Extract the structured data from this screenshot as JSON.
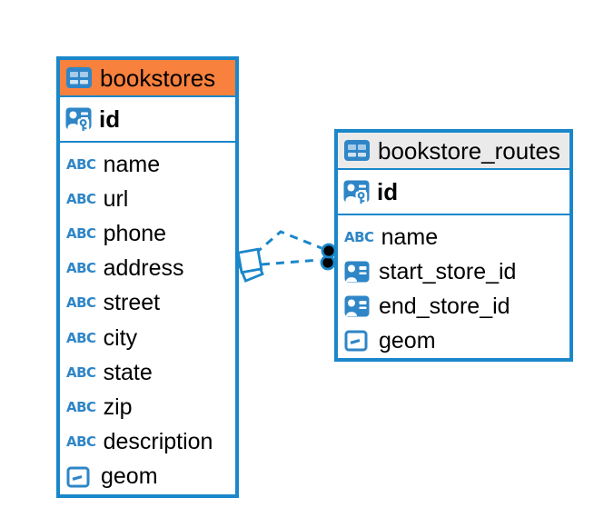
{
  "tables": [
    {
      "title": "bookstores",
      "title_icon": "table-icon",
      "header_color": "#F8813E",
      "primary_key": {
        "name": "id",
        "icon": "primary-key-icon"
      },
      "columns": [
        {
          "name": "name",
          "icon": "text-icon"
        },
        {
          "name": "url",
          "icon": "text-icon"
        },
        {
          "name": "phone",
          "icon": "text-icon"
        },
        {
          "name": "address",
          "icon": "text-icon"
        },
        {
          "name": "street",
          "icon": "text-icon"
        },
        {
          "name": "city",
          "icon": "text-icon"
        },
        {
          "name": "state",
          "icon": "text-icon"
        },
        {
          "name": "zip",
          "icon": "text-icon"
        },
        {
          "name": "description",
          "icon": "text-icon"
        },
        {
          "name": "geom",
          "icon": "geometry-icon"
        }
      ]
    },
    {
      "title": "bookstore_routes",
      "title_icon": "table-icon",
      "header_color": "#EAEAEA",
      "primary_key": {
        "name": "id",
        "icon": "primary-key-icon"
      },
      "columns": [
        {
          "name": "name",
          "icon": "text-icon"
        },
        {
          "name": "start_store_id",
          "icon": "foreign-key-icon"
        },
        {
          "name": "end_store_id",
          "icon": "foreign-key-icon"
        },
        {
          "name": "geom",
          "icon": "geometry-icon"
        }
      ]
    }
  ],
  "icons": {
    "text_glyph": "ABC"
  },
  "relationship": {
    "line_style": "dashed",
    "line_count": 2
  },
  "colors": {
    "accent_blue": "#1A87CA",
    "icon_blue": "#2E86C7",
    "icon_cell_blue": "#A6CBE9",
    "bookstores_header": "#F8813E",
    "routes_header": "#EAEAEA",
    "connector_dot": "#000000",
    "text": "#000000",
    "background": "#FFFFFF"
  }
}
